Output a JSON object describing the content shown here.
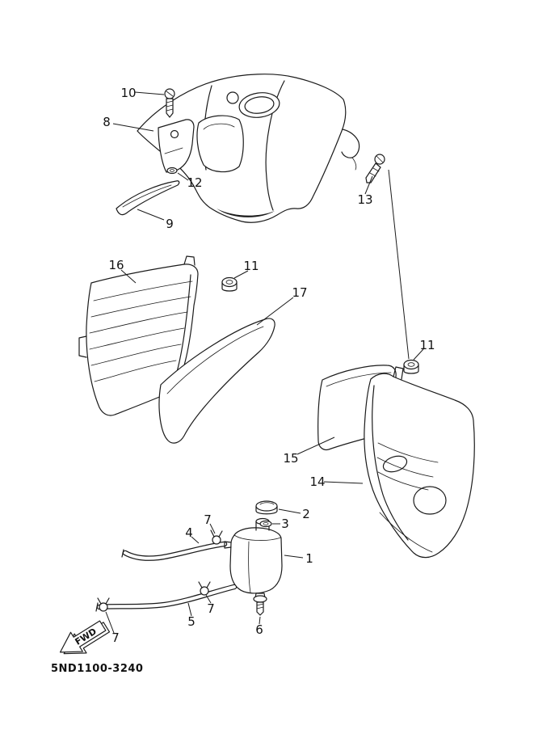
{
  "diagram": {
    "part_code": "5ND1100-3240",
    "fwd_label": "FWD",
    "callouts": [
      "10",
      "8",
      "12",
      "9",
      "13",
      "16",
      "11",
      "17",
      "11",
      "15",
      "14",
      "2",
      "3",
      "7",
      "4",
      "1",
      "7",
      "5",
      "6",
      "7"
    ],
    "colors": {
      "line": "#1b1b1b",
      "background": "#ffffff"
    }
  }
}
